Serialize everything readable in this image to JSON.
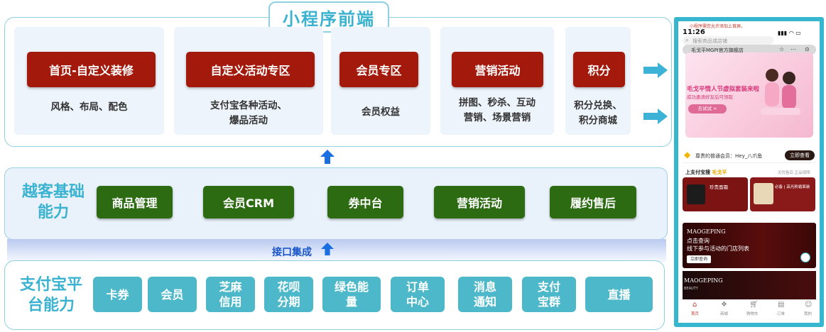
{
  "frontend": {
    "title": "小程序前端",
    "modules": [
      {
        "label": "首页-自定义装修",
        "desc": [
          "风格、布局、配色"
        ]
      },
      {
        "label": "自定义活动专区",
        "desc": [
          "支付宝各种活动、",
          "爆品活动"
        ]
      },
      {
        "label": "会员专区",
        "desc": [
          "会员权益"
        ]
      },
      {
        "label": "营销活动",
        "desc": [
          "拼图、秒杀、互动",
          "营销、场景营销"
        ]
      },
      {
        "label": "积分",
        "desc": [
          "积分兑换、",
          "积分商城"
        ]
      }
    ]
  },
  "middle": {
    "title_lines": [
      "越客基础",
      "能力"
    ],
    "items": [
      "商品管理",
      "会员CRM",
      "券中台",
      "营销活动",
      "履约售后"
    ]
  },
  "interface": {
    "label": "接口集成"
  },
  "bottom": {
    "title_lines": [
      "支付宝平",
      "台能力"
    ],
    "items": [
      [
        "卡券"
      ],
      [
        "会员"
      ],
      [
        "芝麻",
        "信用"
      ],
      [
        "花呗",
        "分期"
      ],
      [
        "绿色能",
        "量"
      ],
      [
        "订单",
        "中心"
      ],
      [
        "消息",
        "通知"
      ],
      [
        "支付",
        "宝群"
      ],
      [
        "直播"
      ]
    ]
  },
  "phone": {
    "notice": "小程序需您允许添加上首屏。",
    "time": "11:26",
    "search_placeholder": "搜索商品或店铺",
    "store_name": "毛戈平MGPI官方旗舰店",
    "banner_title": "毛戈平情人节虚拟套装来啦",
    "banner_sub": "成功邀请好友后可领取",
    "banner_btn": "去试试 >",
    "member_text": "尊贵的普通会员：Hey_八爪鱼",
    "member_btn": "立即查看",
    "section_title": "上支付宝搜",
    "section_brand": "毛戈平",
    "section_right": "无忧售后 正品保障",
    "product1": "珍贵面霜",
    "product2": "必备 | 高光粉霜面装",
    "brand_text": "MAOGEPING",
    "store_query_1": "点击查询",
    "store_query_2": "线下参与活动的门店列表",
    "store_btn": "立即查询",
    "brand_text2": "MAOGEPING",
    "brand_sub2": "BEAUTY",
    "tabs": [
      "首页",
      "商城",
      "购物车",
      "订单",
      "我的"
    ],
    "colors": {
      "accent": "#36b6cf",
      "red": "#a31a0d",
      "green": "#2d6b13",
      "teal": "#4db8c9"
    }
  }
}
